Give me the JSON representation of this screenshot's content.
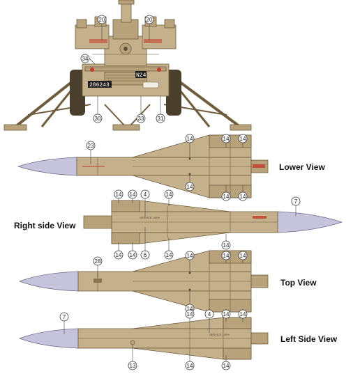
{
  "views": {
    "lower": "Lower View",
    "right_side": "Right side View",
    "top": "Top View",
    "left_side": "Left Side View"
  },
  "vehicle": {
    "plate_left": "286243",
    "plate_right": "N24"
  },
  "stencil": "SERVICE 100%",
  "callouts": {
    "c20a": "20",
    "c20b": "20",
    "c34": "34",
    "c30": "30",
    "c33": "33",
    "c31": "31",
    "lv23": "23",
    "lv14a": "14",
    "lv14b": "14",
    "lv14c": "14",
    "lv14d": "14",
    "lv14e": "14",
    "lv14f": "14",
    "rs14a": "14",
    "rs14b": "14",
    "rs4": "4",
    "rs14c": "14",
    "rs7": "7",
    "rs14d": "14",
    "rs14e": "14",
    "rs6": "6",
    "rs14f": "14",
    "rs14g": "14",
    "tv28": "28",
    "tv14a": "14",
    "tv14b": "14",
    "tv14c": "14",
    "tv14d": "14",
    "ls7": "7",
    "ls14a": "14",
    "ls4": "4",
    "ls14b": "14",
    "ls14c": "14",
    "ls13": "13",
    "ls14d": "14",
    "ls14e": "14"
  },
  "colors": {
    "tan": "#c4b08a",
    "nose": "#c6c3dc",
    "red": "#c23a2a"
  }
}
